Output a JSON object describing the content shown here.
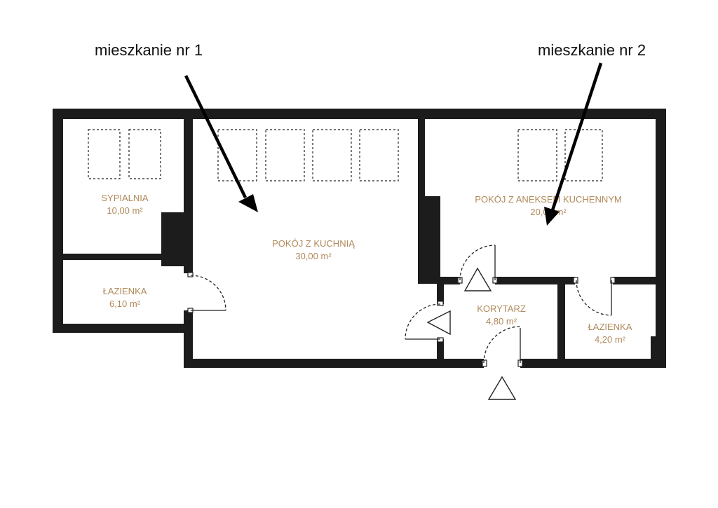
{
  "annotations": {
    "apartment_1": "mieszkanie nr 1",
    "apartment_2": "mieszkanie nr 2"
  },
  "rooms": {
    "bedroom": {
      "name": "SYPIALNIA",
      "area": "10,00 m²"
    },
    "bathroom_1": {
      "name": "ŁAZIENKA",
      "area": "6,10 m²"
    },
    "room_with_kitchen": {
      "name": "POKÓJ Z KUCHNIĄ",
      "area": "30,00 m²"
    },
    "room_with_kitchenette": {
      "name": "POKÓJ Z ANEKSEM KUCHENNYM",
      "area": "20,00 m²"
    },
    "corridor": {
      "name": "KORYTARZ",
      "area": "4,80 m²"
    },
    "bathroom_2": {
      "name": "ŁAZIENKA",
      "area": "4,20 m²"
    }
  },
  "colors": {
    "wall": "#1c1c1c",
    "room_label": "#b08a5a",
    "annotation": "#111111"
  }
}
